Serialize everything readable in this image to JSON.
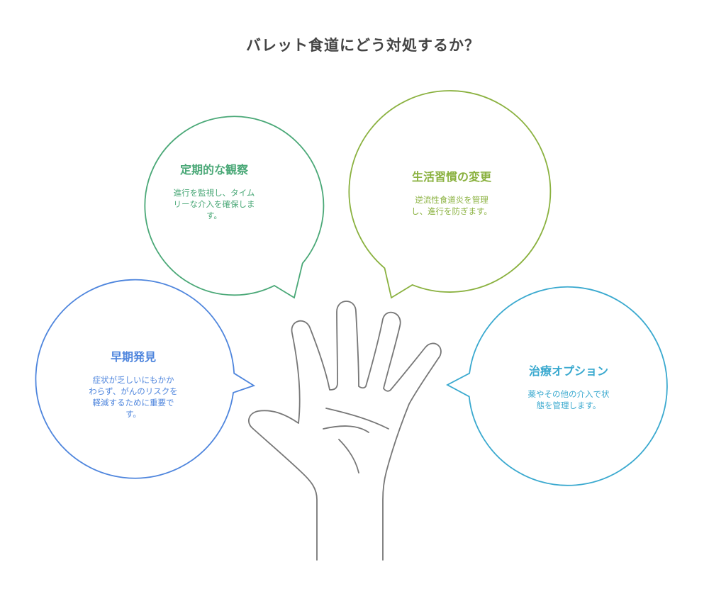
{
  "title": "バレット食道にどう対処するか？",
  "colors": {
    "title": "#444444",
    "hand": "#777777",
    "bubble_1": "#4aa877",
    "bubble_2": "#8ab13f",
    "bubble_3": "#4e85dd",
    "bubble_4": "#3aa9cf"
  },
  "bubbles": [
    {
      "heading": "定期的な観察",
      "body_lines": [
        "進行を監視し、タイム",
        "リーな介入を確保しま",
        "す。"
      ]
    },
    {
      "heading": "生活習慣の変更",
      "body_lines": [
        "逆流性食道炎を管理",
        "し、進行を防ぎます。"
      ]
    },
    {
      "heading": "早期発見",
      "body_lines": [
        "症状が乏しいにもかか",
        "わらず、がんのリスクを",
        "軽減するために重要で",
        "す。"
      ]
    },
    {
      "heading": "治療オプション",
      "body_lines": [
        "薬やその他の介入で状",
        "態を管理します。"
      ]
    }
  ],
  "icons": {
    "center": "open-hand-icon"
  }
}
